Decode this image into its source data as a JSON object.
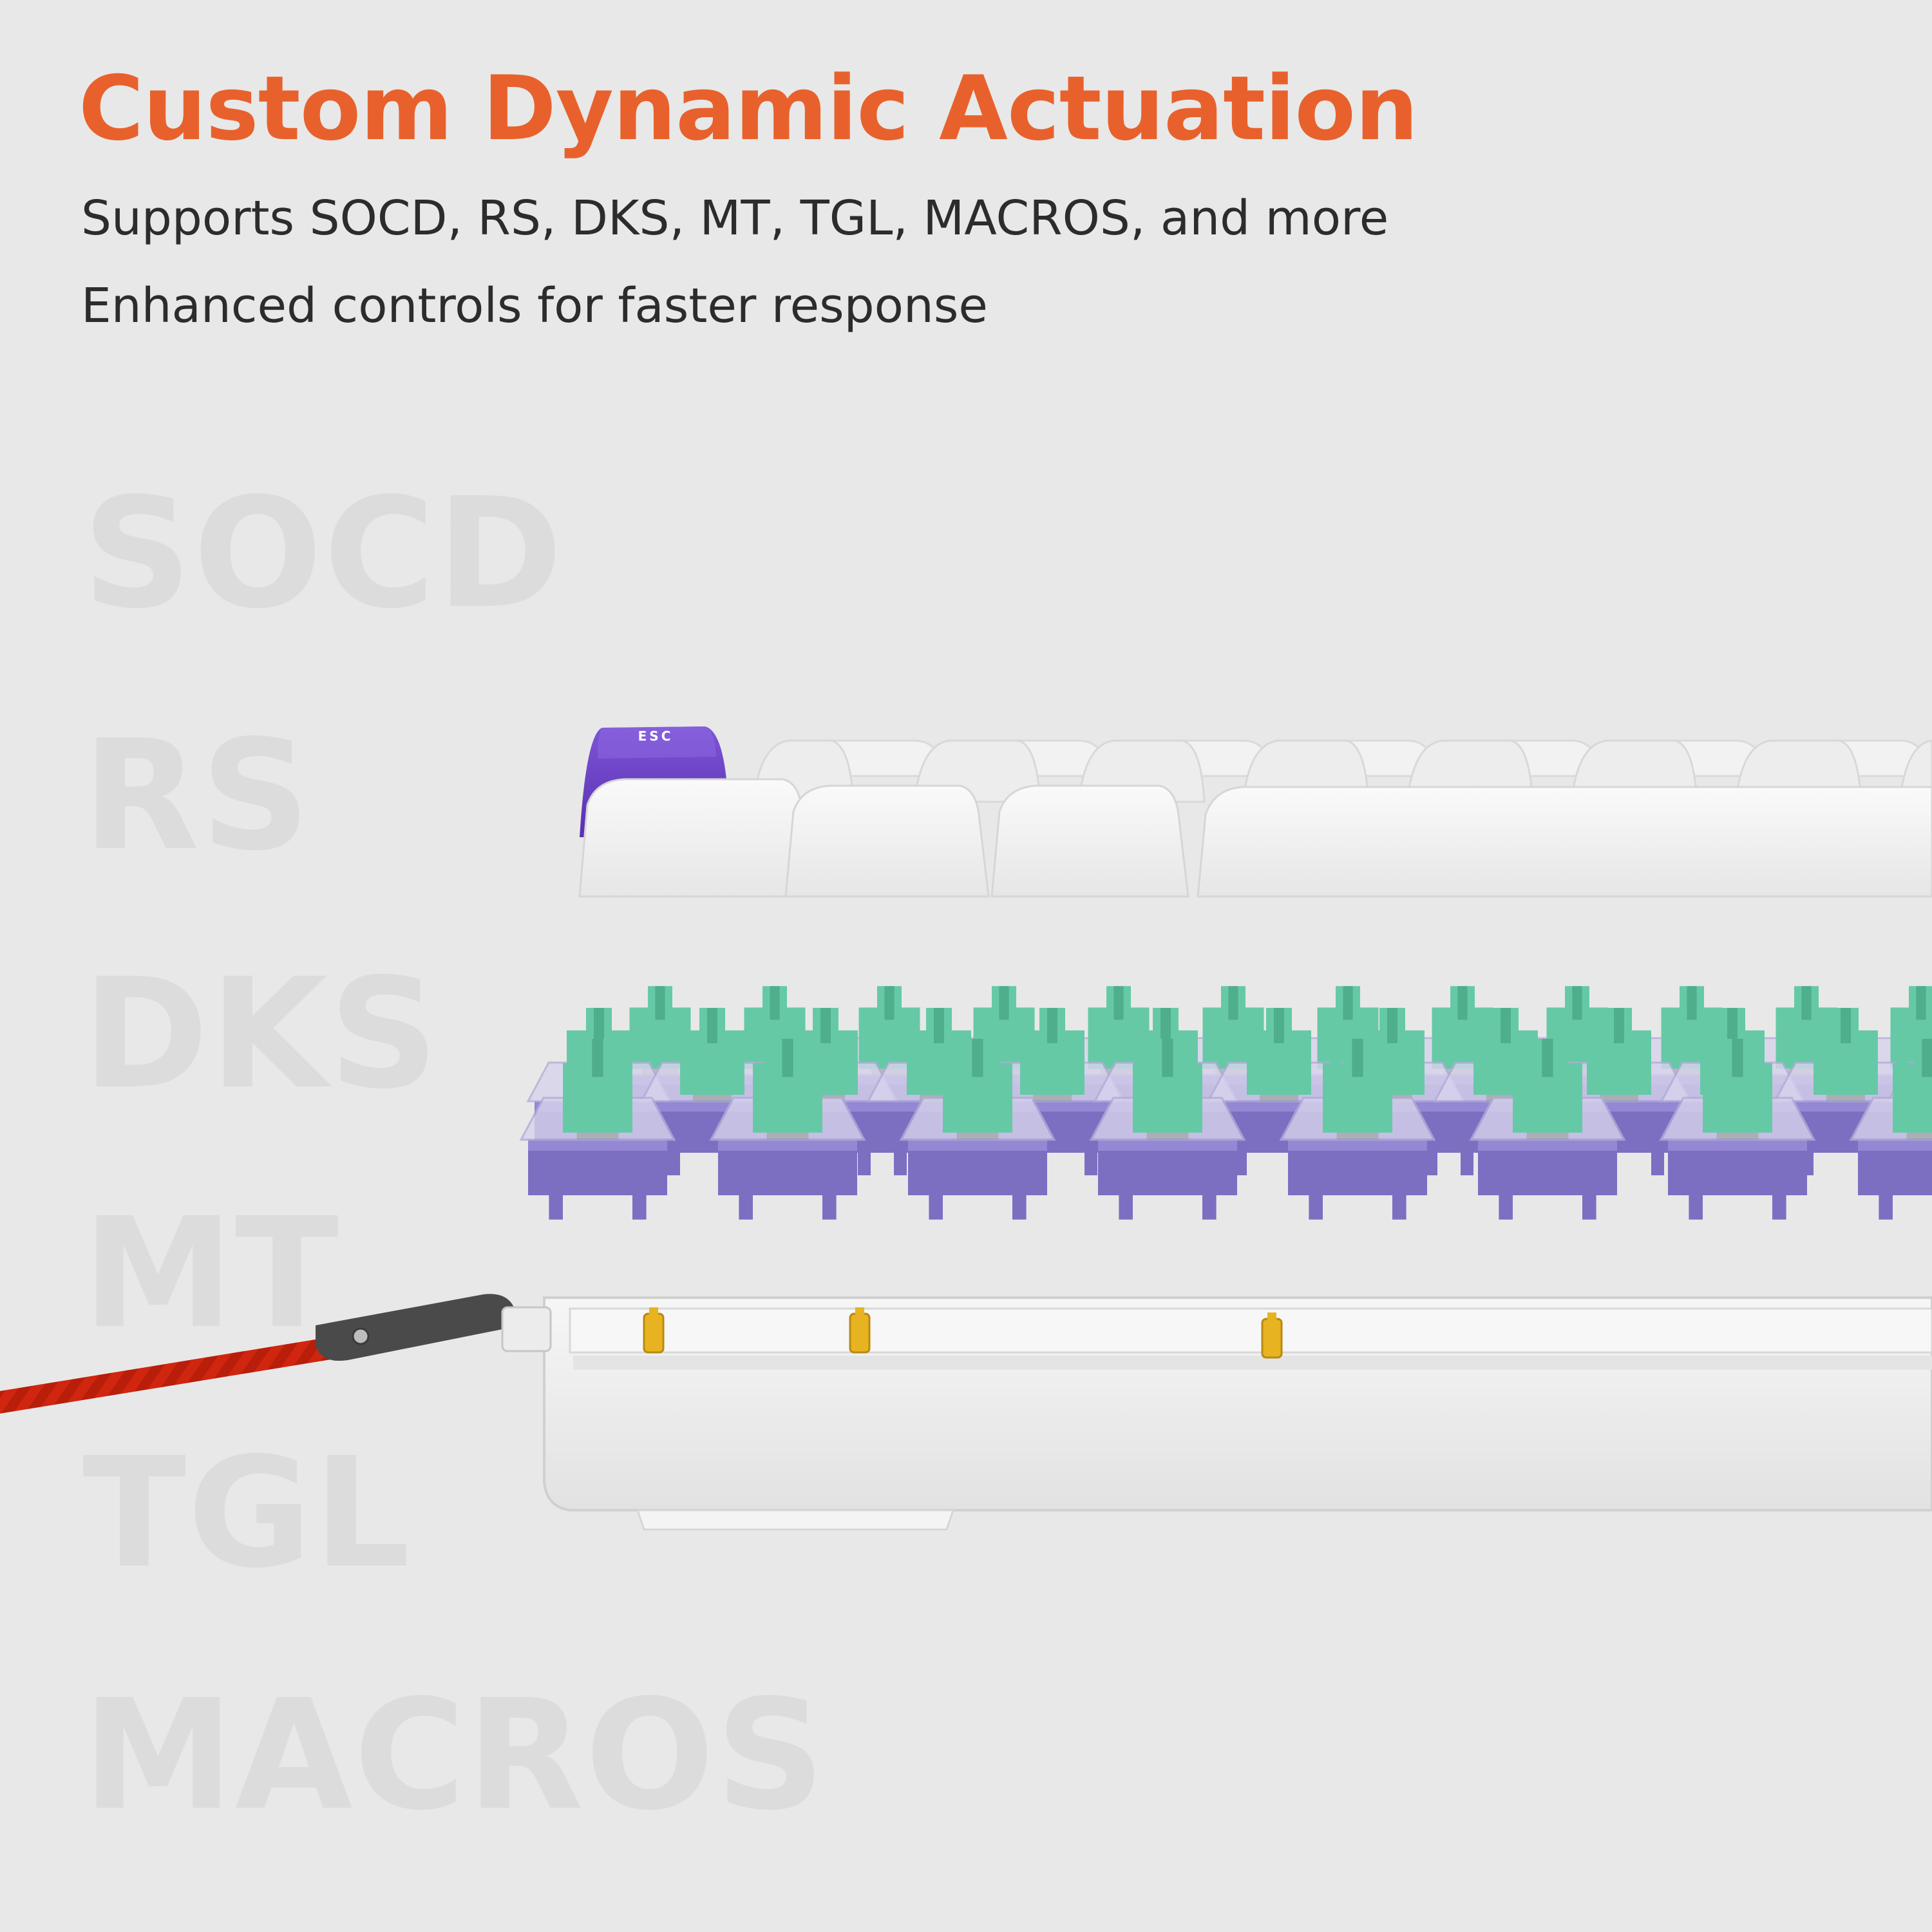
{
  "headline": "Custom Dynamic Actuation",
  "subline1": "Supports SOCD, RS, DKS, MT, TGL, MACROS, and more",
  "subline2": "Enhanced controls for faster response",
  "feature_words": [
    "SOCD",
    "RS",
    "DKS",
    "MT",
    "TGL",
    "MACROS"
  ],
  "keycap_legend": "ESC",
  "colors": {
    "accent": "#e8612c",
    "background": "#e8e8e8",
    "keycap_white": "#f4f4f4",
    "keycap_purple": "#6a3fc4",
    "switch_stem": "#66c9a6",
    "switch_base": "#7c6fc2",
    "cable": "#d42a10",
    "stabilizer": "#e7b321"
  }
}
